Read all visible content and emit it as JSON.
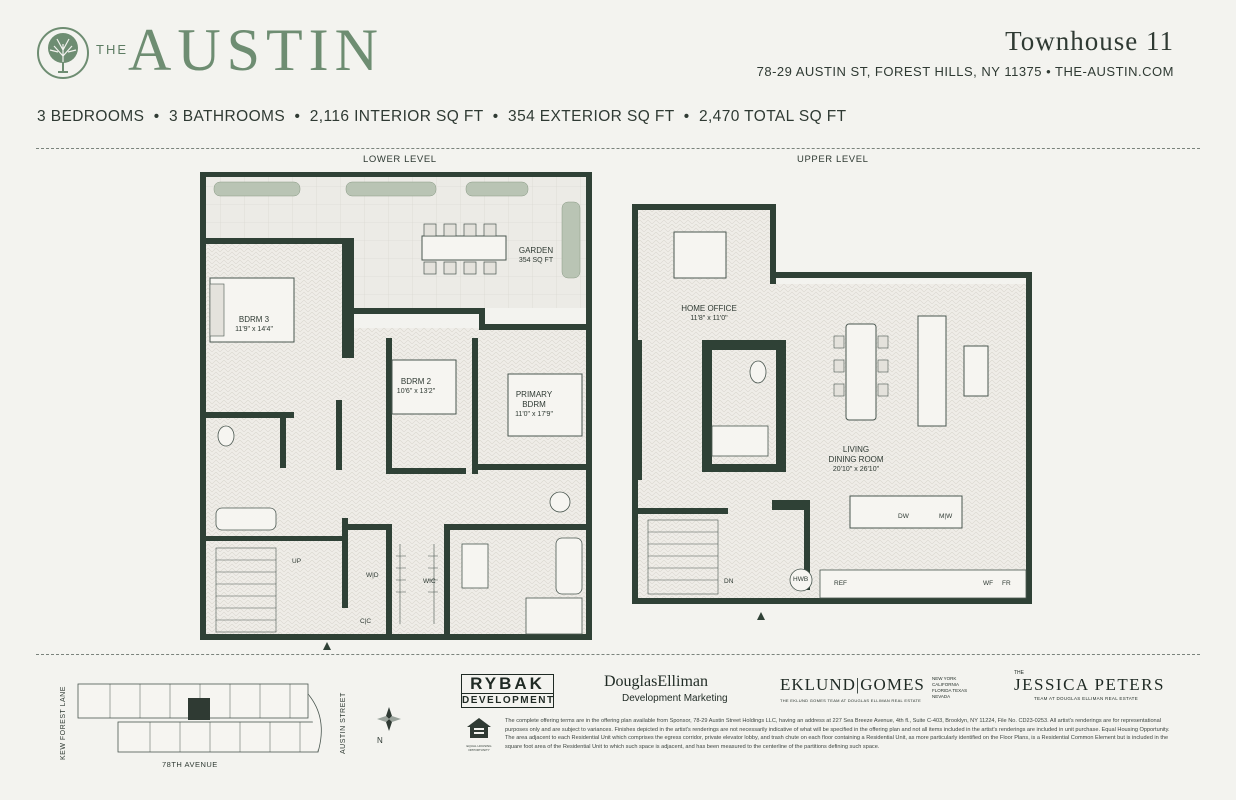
{
  "header": {
    "logo_the": "THE",
    "logo_name": "AUSTIN",
    "unit_title": "Townhouse 11",
    "address": "78-29 AUSTIN ST, FOREST HILLS, NY 11375 • THE-AUSTIN.COM"
  },
  "stats": "3 BEDROOMS  •  3 BATHROOMS  •  2,116 INTERIOR SQ FT  •  354 EXTERIOR SQ FT  •  2,470 TOTAL SQ FT",
  "lower_level": {
    "label": "LOWER LEVEL",
    "garden": {
      "name": "GARDEN",
      "area": "354 SQ FT"
    },
    "bdrm3": {
      "name": "BDRM 3",
      "dim": "11'9\" x 14'4\""
    },
    "bdrm2": {
      "name": "BDRM 2",
      "dim": "10'6\" x 13'2\""
    },
    "primary": {
      "name1": "PRIMARY",
      "name2": "BDRM",
      "dim": "11'0\" x 17'9\""
    },
    "up": "UP",
    "wd": "W|D",
    "wic": "WIC",
    "cc": "C|C"
  },
  "upper_level": {
    "label": "UPPER LEVEL",
    "office": {
      "name": "HOME OFFICE",
      "dim": "11'8\" x 11'0\""
    },
    "living": {
      "name1": "LIVING",
      "name2": "DINING ROOM",
      "dim": "20'10\" x 26'10\""
    },
    "dw": "DW",
    "mw": "M|W",
    "dn": "DN",
    "hwb": "HWB",
    "ref": "REF",
    "wf": "WF",
    "fr": "FR"
  },
  "keyplan": {
    "street_left": "KEW FOREST LANE",
    "street_right": "AUSTIN STREET",
    "street_bottom": "78TH AVENUE",
    "north": "N"
  },
  "brands": {
    "rybak_1": "RYBAK",
    "rybak_2": "DEVELOPMENT",
    "de_1": "DouglasElliman",
    "de_2": "Development Marketing",
    "eg_1": "EKLUND|GOMES",
    "eg_2": "THE EKLUND GOMES TEAM AT DOUGLAS ELLIMAN REAL ESTATE",
    "eg_states": "NEW YORK CALIFORNIA FLORIDA TEXAS NEVADA",
    "jp_the": "THE",
    "jp_1": "JESSICA PETERS",
    "jp_2": "TEAM AT DOUGLAS ELLIMAN REAL ESTATE",
    "eho": "EQUAL HOUSING OPPORTUNITY"
  },
  "legal": "The complete offering terms are in the offering plan available from Sponsor, 78-29 Austin Street Holdings LLC, having an address at 227 Sea Breeze Avenue, 4th fl., Suite C-403, Brooklyn, NY 11224, File No. CD23-0253. All artist's renderings are for representational purposes only and are subject to variances. Finishes depicted in the artist's renderings are not necessarily indicative of what will be specified in the offering plan and not all items included in the artist's renderings are included in unit purchase. Equal Housing Opportunity. The area adjacent to each Residential Unit which comprises the egress corridor, private elevator lobby, and trash chute on each floor containing a Residential Unit, as more particularly identified on the Floor Plans, is a Residential Common Element but is included in the square foot area of the Residential Unit to which such space is adjacent, and has been measured to the centerline of the partitions defining such space.",
  "colors": {
    "wall": "#2f4136",
    "accent": "#6e8d72",
    "background": "#f3f3ef",
    "floor": "#eceae4"
  }
}
